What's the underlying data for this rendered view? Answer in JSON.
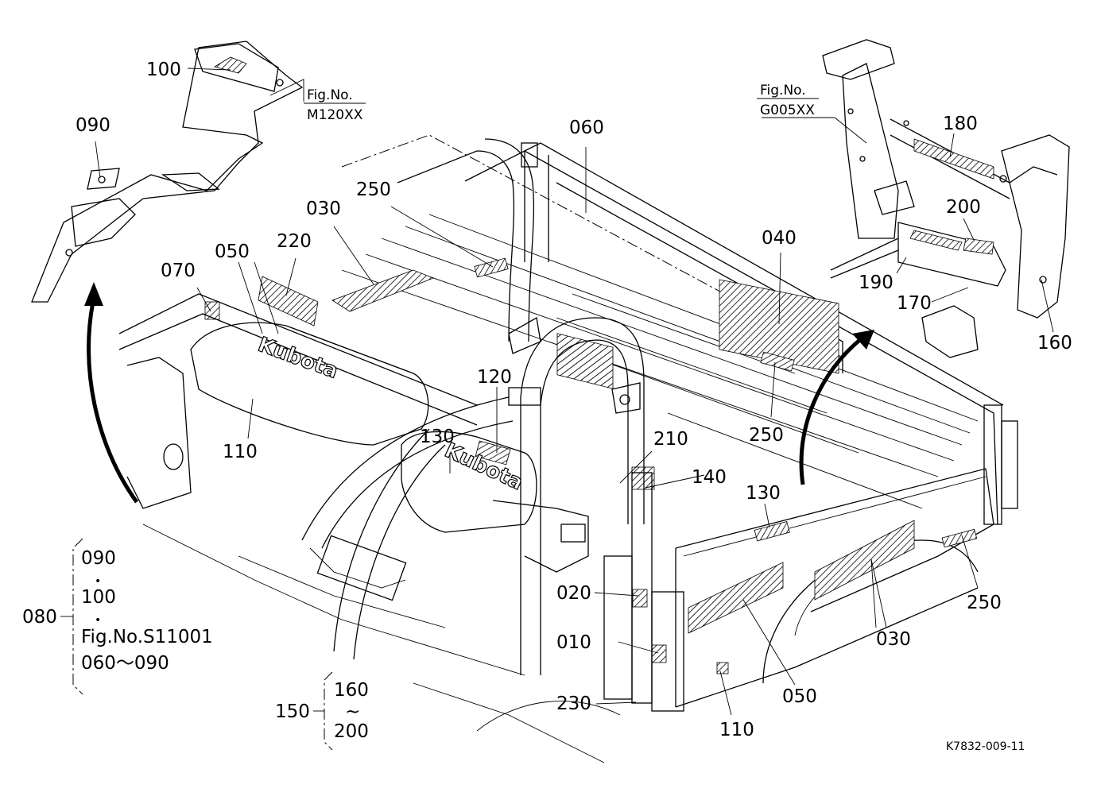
{
  "diagram": {
    "callouts": {
      "c100": "100",
      "c090": "090",
      "c060": "060",
      "c250a": "250",
      "c030a": "030",
      "c220": "220",
      "c050a": "050",
      "c070": "070",
      "c110a": "110",
      "c120": "120",
      "c130a": "130",
      "c210": "210",
      "c140": "140",
      "c040": "040",
      "c250b": "250",
      "c130b": "130",
      "c020": "020",
      "c010": "010",
      "c230": "230",
      "c110b": "110",
      "c050b": "050",
      "c030b": "030",
      "c250c": "250",
      "c180": "180",
      "c200": "200",
      "c190": "190",
      "c170": "170",
      "c160": "160"
    },
    "fig_refs": {
      "m120_line1": "Fig.No.",
      "m120_line2": "M120XX",
      "g005_line1": "Fig.No.",
      "g005_line2": "G005XX"
    },
    "group_080": {
      "label": "080",
      "line1": "090",
      "dot1": "•",
      "line2": "100",
      "dot2": "•",
      "line3": "Fig.No.S11001",
      "line4": "060～090"
    },
    "group_150": {
      "label": "150",
      "from": "160",
      "tilde": "~",
      "to": "200"
    },
    "logo_text": "Kubota",
    "drawing_id": "K7832-009-11"
  }
}
